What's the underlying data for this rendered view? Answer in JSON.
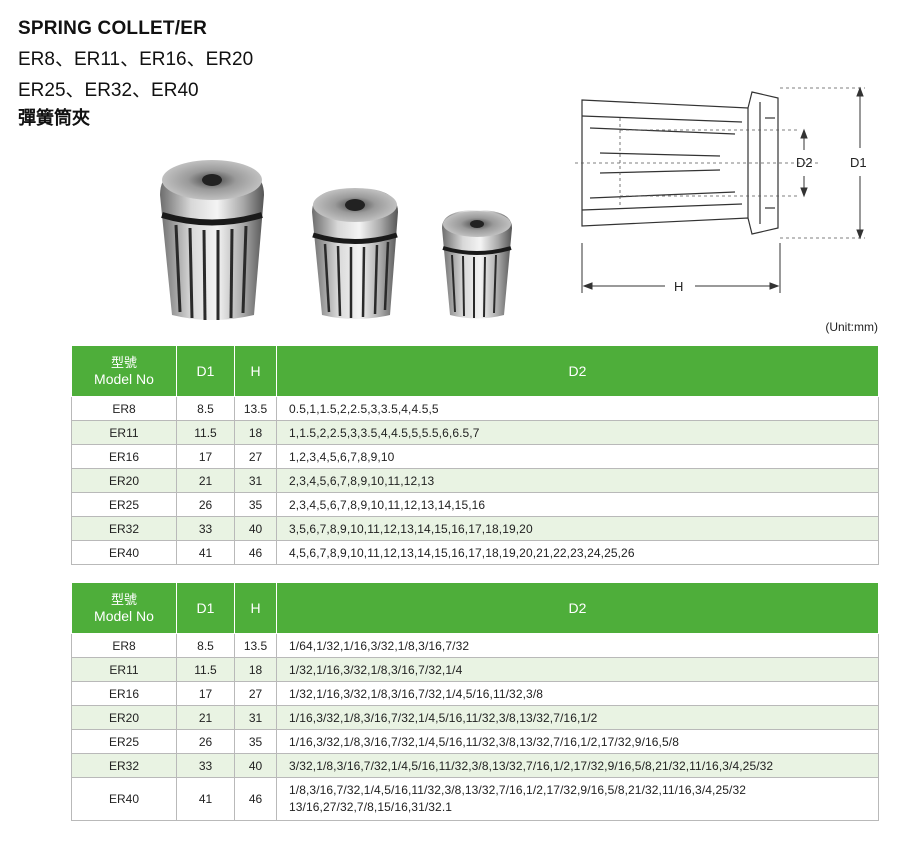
{
  "header": {
    "title": "SPRING COLLET/ER",
    "line1": "ER8、ER11、ER16、ER20",
    "line2": "ER25、ER32、ER40",
    "title_cn": "彈簧筒夾"
  },
  "diagram": {
    "label_d2": "D2",
    "label_d1": "D1",
    "label_h": "H"
  },
  "unit_note": "(Unit:mm)",
  "colors": {
    "header_green": "#4eae3a",
    "row_alt": "#e9f3e3",
    "border": "#b9b9b9"
  },
  "metric_table": {
    "headers": {
      "model_cn": "型號",
      "model_en": "Model No",
      "d1": "D1",
      "h": "H",
      "d2": "D2"
    },
    "rows": [
      {
        "model": "ER8",
        "d1": "8.5",
        "h": "13.5",
        "d2": "0.5,1,1.5,2,2.5,3,3.5,4,4.5,5"
      },
      {
        "model": "ER11",
        "d1": "11.5",
        "h": "18",
        "d2": "1,1.5,2,2.5,3,3.5,4,4.5,5,5.5,6,6.5,7"
      },
      {
        "model": "ER16",
        "d1": "17",
        "h": "27",
        "d2": "1,2,3,4,5,6,7,8,9,10"
      },
      {
        "model": "ER20",
        "d1": "21",
        "h": "31",
        "d2": "2,3,4,5,6,7,8,9,10,11,12,13"
      },
      {
        "model": "ER25",
        "d1": "26",
        "h": "35",
        "d2": "2,3,4,5,6,7,8,9,10,11,12,13,14,15,16"
      },
      {
        "model": "ER32",
        "d1": "33",
        "h": "40",
        "d2": "3,5,6,7,8,9,10,11,12,13,14,15,16,17,18,19,20"
      },
      {
        "model": "ER40",
        "d1": "41",
        "h": "46",
        "d2": "4,5,6,7,8,9,10,11,12,13,14,15,16,17,18,19,20,21,22,23,24,25,26"
      }
    ]
  },
  "inch_table": {
    "headers": {
      "model_cn": "型號",
      "model_en": "Model No",
      "d1": "D1",
      "h": "H",
      "d2": "D2"
    },
    "rows": [
      {
        "model": "ER8",
        "d1": "8.5",
        "h": "13.5",
        "d2": "1/64,1/32,1/16,3/32,1/8,3/16,7/32"
      },
      {
        "model": "ER11",
        "d1": "11.5",
        "h": "18",
        "d2": "1/32,1/16,3/32,1/8,3/16,7/32,1/4"
      },
      {
        "model": "ER16",
        "d1": "17",
        "h": "27",
        "d2": "1/32,1/16,3/32,1/8,3/16,7/32,1/4,5/16,11/32,3/8"
      },
      {
        "model": "ER20",
        "d1": "21",
        "h": "31",
        "d2": "1/16,3/32,1/8,3/16,7/32,1/4,5/16,11/32,3/8,13/32,7/16,1/2"
      },
      {
        "model": "ER25",
        "d1": "26",
        "h": "35",
        "d2": "1/16,3/32,1/8,3/16,7/32,1/4,5/16,11/32,3/8,13/32,7/16,1/2,17/32,9/16,5/8"
      },
      {
        "model": "ER32",
        "d1": "33",
        "h": "40",
        "d2": "3/32,1/8,3/16,7/32,1/4,5/16,11/32,3/8,13/32,7/16,1/2,17/32,9/16,5/8,21/32,11/16,3/4,25/32"
      },
      {
        "model": "ER40",
        "d1": "41",
        "h": "46",
        "d2": "1/8,3/16,7/32,1/4,5/16,11/32,3/8,13/32,7/16,1/2,17/32,9/16,5/8,21/32,11/16,3/4,25/32",
        "d2_line2": "13/16,27/32,7/8,15/16,31/32.1"
      }
    ]
  }
}
